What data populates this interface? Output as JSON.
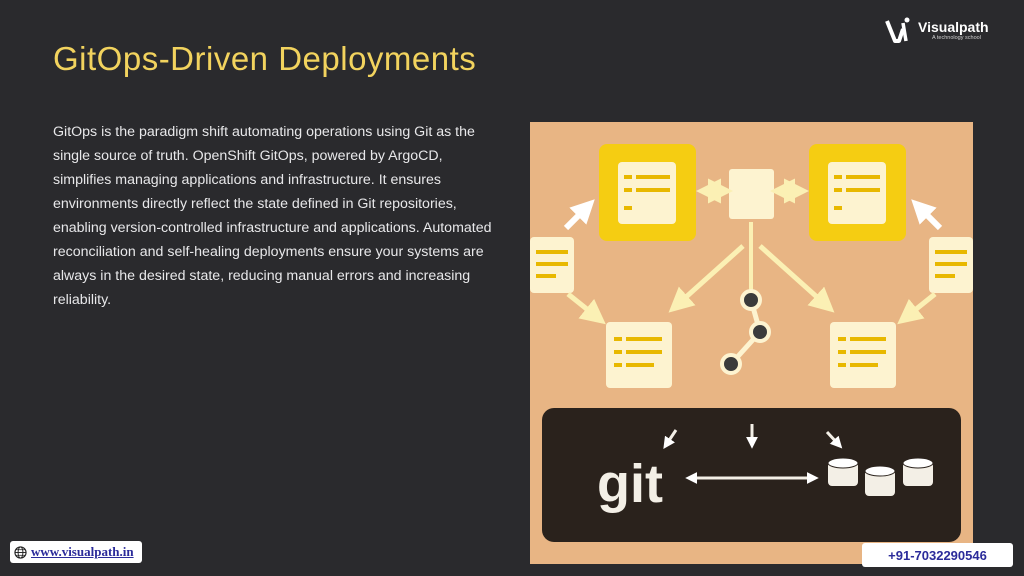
{
  "slide": {
    "title": "GitOps-Driven Deployments",
    "body": "GitOps is the paradigm shift automating operations using Git as the single source of truth. OpenShift GitOps, powered by ArgoCD, simplifies managing applications and infrastructure. It ensures environments directly reflect the state defined in Git repositories, enabling version-controlled infrastructure and applications. Automated reconciliation and self-healing deployments ensure your systems are always in the desired state, reducing manual errors and increasing reliability."
  },
  "brand": {
    "name": "Visualpath",
    "tagline": "A technology school"
  },
  "illustration": {
    "git_label": "git",
    "icons": [
      "document-icon",
      "branch-icon",
      "database-icon",
      "arrow-icon"
    ]
  },
  "footer": {
    "website": "www.visualpath.in",
    "phone": "+91-7032290546"
  },
  "colors": {
    "background": "#2a2a2d",
    "title": "#f2d35e",
    "illustration_bg": "#e8b584",
    "accent_yellow": "#f5cd12",
    "panel_dark": "#2a221c",
    "link_blue": "#2b2b9a"
  }
}
